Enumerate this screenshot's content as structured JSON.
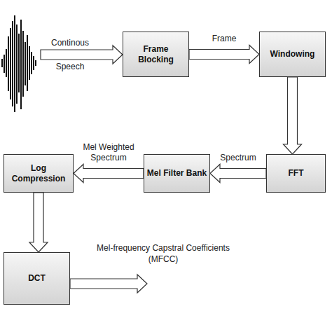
{
  "diagram": {
    "nodes": [
      {
        "text": [
          "Frame Blocking"
        ]
      },
      {
        "text": [
          "Windowing"
        ]
      },
      {
        "text": [
          "FFT"
        ]
      },
      {
        "text": [
          "Mel Filter Bank"
        ]
      },
      {
        "text": [
          "Log Compression"
        ]
      },
      {
        "text": [
          "DCT"
        ]
      }
    ],
    "edges": [
      {
        "from": 0,
        "to": 1,
        "arrow": "to",
        "label": "Frame"
      },
      {
        "from": 1,
        "to": 2,
        "arrow": "to"
      },
      {
        "from": 2,
        "to": 3,
        "arrow": "to",
        "label": "Spectrum"
      },
      {
        "from": 3,
        "to": 4,
        "arrow": "to",
        "label": "Mel Weighted Spectrum"
      },
      {
        "from": 4,
        "to": 5,
        "arrow": "to"
      }
    ],
    "labels": [
      "Continous Speech",
      "Mel-frequency Capstral Coefficients (MFCC)"
    ]
  }
}
